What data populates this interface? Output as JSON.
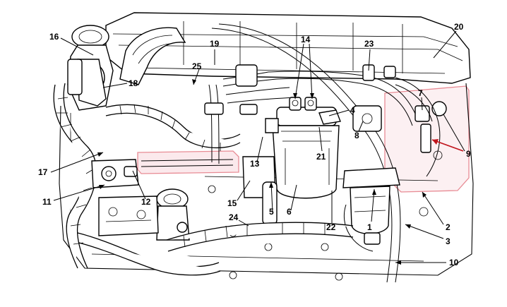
{
  "callouts": [
    {
      "text": "1"
    },
    {
      "text": "2"
    },
    {
      "text": "3"
    },
    {
      "text": "4"
    },
    {
      "text": "5"
    },
    {
      "text": "6"
    },
    {
      "text": "7"
    },
    {
      "text": "8"
    },
    {
      "text": "9"
    },
    {
      "text": "10"
    },
    {
      "text": "11"
    },
    {
      "text": "12"
    },
    {
      "text": "13"
    },
    {
      "text": "14"
    },
    {
      "text": "15"
    },
    {
      "text": "16"
    },
    {
      "text": "17"
    },
    {
      "text": "18"
    },
    {
      "text": "19"
    },
    {
      "text": "20"
    },
    {
      "text": "21"
    },
    {
      "text": "22"
    },
    {
      "text": "23"
    },
    {
      "text": "24"
    },
    {
      "text": "25"
    }
  ],
  "colors": {
    "linework": "#000000",
    "background": "#ffffff",
    "highlight_outline": "#e88c95",
    "highlight_fill": "#fbe9ec",
    "arrow_red": "#c0141c"
  }
}
